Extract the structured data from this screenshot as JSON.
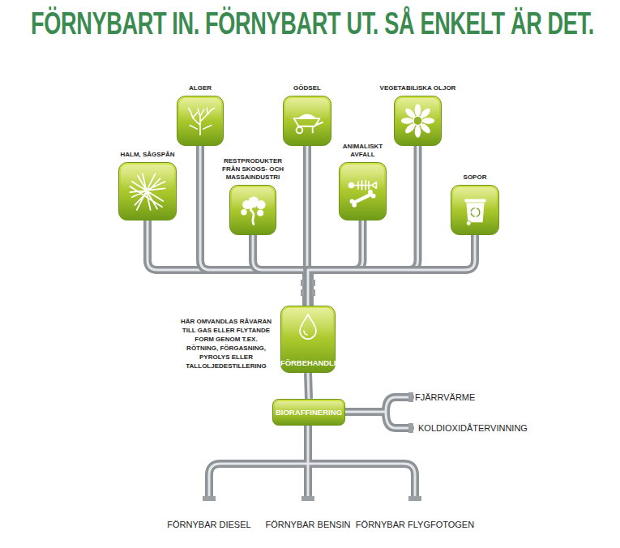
{
  "diagram": {
    "title": "FÖRNYBART IN. FÖRNYBART UT. SÅ ENKELT ÄR DET.",
    "nodes": [
      {
        "text": [
          "HALM, SÅGSPÅN"
        ]
      },
      {
        "text": [
          "ALGER"
        ]
      },
      {
        "text": [
          "RESTPRODUKTER FRÅN SKOGS- OCH MASSAINDUSTRI"
        ]
      },
      {
        "text": [
          "GÖDSEL"
        ]
      },
      {
        "text": [
          "ANIMALISKT AVFALL"
        ]
      },
      {
        "text": [
          "VEGETABILISKA OLJOR"
        ]
      },
      {
        "text": [
          "SOPOR"
        ]
      },
      {
        "text": [
          "FÖRBEHANDLING"
        ]
      },
      {
        "text": [
          "BIORAFFINERING"
        ]
      }
    ],
    "edges": [
      {
        "from": 0,
        "to": 7,
        "arrow": "none"
      },
      {
        "from": 1,
        "to": 7,
        "arrow": "none"
      },
      {
        "from": 2,
        "to": 7,
        "arrow": "none"
      },
      {
        "from": 3,
        "to": 7,
        "arrow": "none"
      },
      {
        "from": 4,
        "to": 7,
        "arrow": "none"
      },
      {
        "from": 5,
        "to": 7,
        "arrow": "none"
      },
      {
        "from": 6,
        "to": 7,
        "arrow": "none"
      },
      {
        "from": 7,
        "to": 8,
        "arrow": "none"
      }
    ],
    "labels": [
      "HÄR OMVANDLAS RÅVARAN TILL GAS ELLER FLYTANDE FORM GENOM T.EX. RÖTNING, FÖRGASNING, PYROLYS ELLER TALLOLJEDESTILLERING",
      "FJÄRRVÄRME",
      "KOLDIOXIDÅTERVINNING",
      "FÖRNYBAR DIESEL",
      "FÖRNYBAR BENSIN",
      "FÖRNYBAR FLYGFOTOGEN"
    ]
  }
}
